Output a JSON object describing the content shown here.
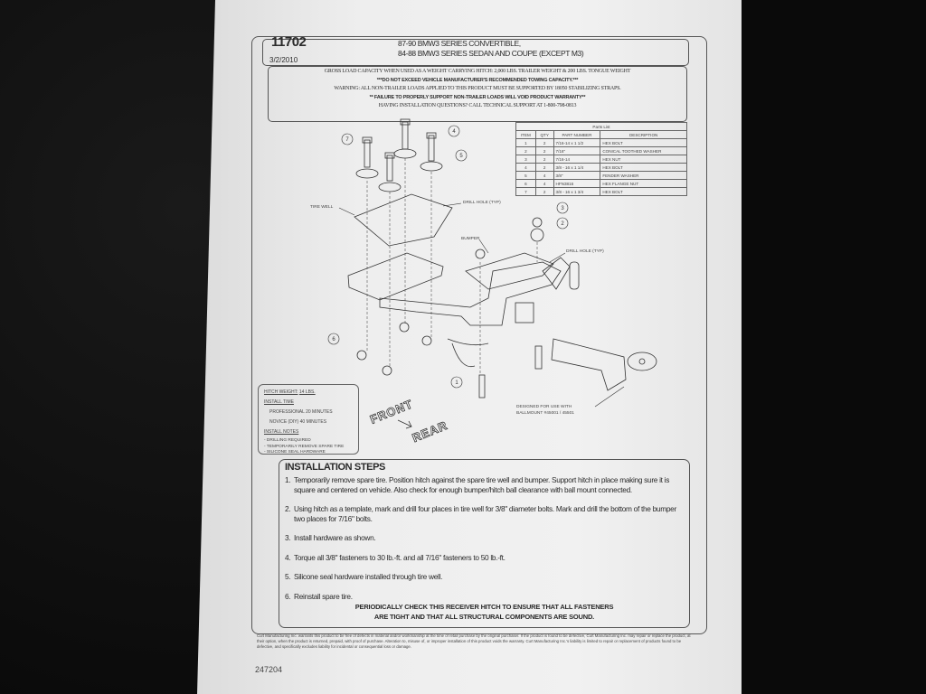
{
  "header": {
    "part_number": "11702",
    "title_line1": "87-90 BMW3 SERIES CONVERTIBLE,",
    "title_line2": "84-88 BMW3 SERIES SEDAN AND COUPE (EXCEPT M3)",
    "date": "3/2/2010"
  },
  "warnings": {
    "line1": "GROSS LOAD CAPACITY WHEN USED AS A WEIGHT CARRYING HITCH:  2,000  LBS. TRAILER WEIGHT &  200  LBS. TONGUE WEIGHT",
    "line2": "***DO NOT EXCEED VEHICLE MANUFACTURER'S RECOMMENDED TOWING CAPACITY.***",
    "line3": "WARNING: ALL NON-TRAILER LOADS APPLIED TO THIS PRODUCT MUST BE SUPPORTED BY 18050 STABILIZING STRAPS.",
    "line4": "** FAILURE TO PROPERLY SUPPORT NON-TRAILER LOADS WILL VOID PRODUCT WARRANTY**",
    "line5": "HAVING INSTALLATION QUESTIONS?  CALL TECHNICAL SUPPORT AT 1-800-798-0813"
  },
  "parts_list": {
    "title": "Parts List",
    "headers": [
      "ITEM",
      "QTY",
      "PART NUMBER",
      "DESCRIPTION"
    ],
    "rows": [
      [
        "1",
        "2",
        "7/16-14 x 1 1/2",
        "HEX BOLT"
      ],
      [
        "2",
        "2",
        "7/16\"",
        "CONICAL TOOTHED WASHER"
      ],
      [
        "3",
        "2",
        "7/16-14",
        "HEX NUT"
      ],
      [
        "4",
        "2",
        "3/8 - 16 x 1 1/4",
        "HEX BOLT"
      ],
      [
        "5",
        "4",
        "3/8\"",
        "FENDER WASHER"
      ],
      [
        "6",
        "4",
        "HFN3816",
        "HEX FLANGE NUT"
      ],
      [
        "7",
        "2",
        "3/8 - 16 x 1 3/4",
        "HEX BOLT"
      ]
    ]
  },
  "diagram": {
    "callouts": [
      "7",
      "4",
      "5",
      "3",
      "2",
      "6",
      "1"
    ],
    "tire_well": "TIRE WELL",
    "drill_hole_1": "DRILL HOLE (TYP)",
    "bumper": "BUMPER",
    "drill_hole_2": "DRILL HOLE (TYP)",
    "ballmount_line1": "DESIGNED FOR USE WITH",
    "ballmount_line2": "BALLMOUNT #45001 / 45501",
    "front": "FRONT",
    "rear": "REAR"
  },
  "notes": {
    "hitch_weight_label": "HITCH WEIGHT:",
    "hitch_weight": "14  LBS.",
    "install_time": "INSTALL TIME",
    "professional": "PROFESSIONAL  20  MINUTES",
    "novice": "NOVICE (DIY)  40  MINUTES",
    "install_notes": "INSTALL NOTES",
    "items": [
      "- DRILLING REQUIRED",
      "- TEMPORARILY REMOVE SPARE TIRE",
      "- SILICONE SEAL HARDWARE"
    ]
  },
  "installation": {
    "title": "INSTALLATION STEPS",
    "steps": [
      {
        "n": "1.",
        "text": "Temporarily remove spare tire.  Position hitch against the spare tire well and bumper.  Support hitch in place making sure it is square and centered on vehicle.  Also check for enough bumper/hitch ball clearance with ball mount connected."
      },
      {
        "n": "2.",
        "text": "Using hitch as a template, mark and drill four places in tire well for 3/8\" diameter bolts.  Mark and drill the bottom of the bumper two places for 7/16\" bolts."
      },
      {
        "n": "3.",
        "text": "Install hardware as shown."
      },
      {
        "n": "4.",
        "text": "Torque all 3/8\" fasteners to 30 lb.-ft. and all 7/16\" fasteners to 50 lb.-ft."
      },
      {
        "n": "5.",
        "text": "Silicone seal hardware installed through tire well."
      },
      {
        "n": "6.",
        "text": "Reinstall spare tire."
      }
    ],
    "check_line1": "PERIODICALLY CHECK THIS RECEIVER HITCH TO ENSURE THAT ALL FASTENERS",
    "check_line2": "ARE TIGHT AND THAT ALL STRUCTURAL COMPONENTS ARE SOUND."
  },
  "warranty": "Curt Manufacturing Inc. warrants this product to be free of defects in material and/or workmanship at the time of retail purchase by the original purchaser.  If the product is found to be defective, Curt Manufacturing Inc. may repair or replace the product, at their option, when the product is returned, prepaid, with proof of purchase.  Alteration to, misuse of, or improper installation of this product voids the warranty.  Curt Manufacturing Inc.'s liability is limited to repair or replacement of products found to be defective, and specifically excludes liability for incidental or consequential loss or damage.",
  "doc_number": "247204"
}
